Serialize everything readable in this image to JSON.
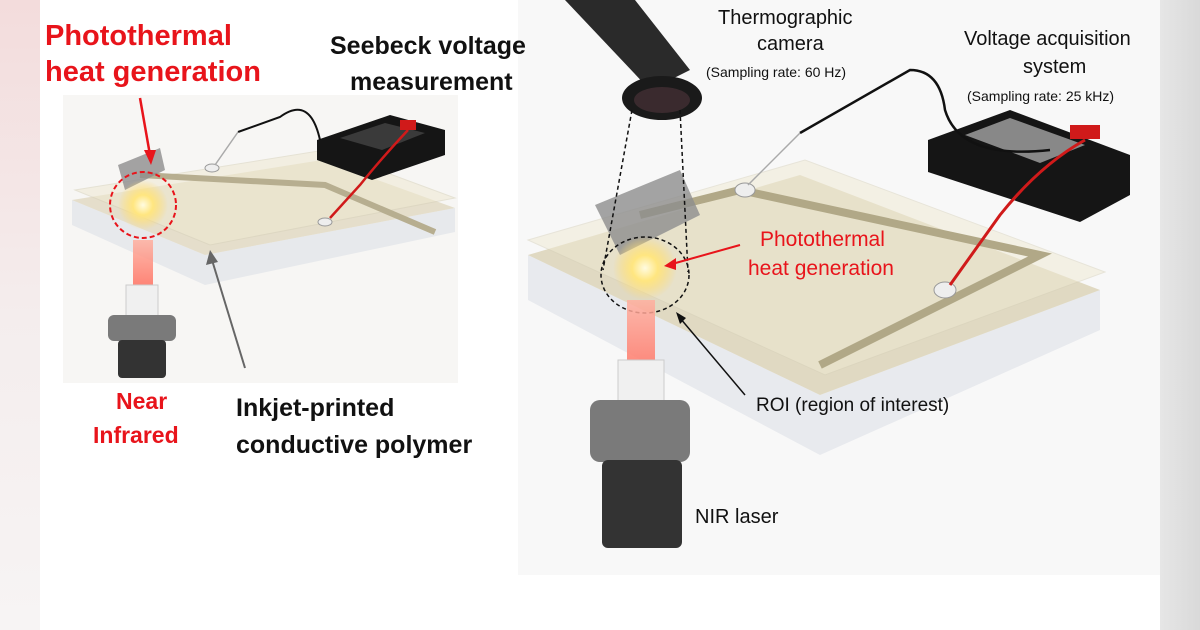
{
  "left_panel": {
    "heat_label": [
      "Photothermal",
      "heat generation"
    ],
    "seebeck_label": [
      "Seebeck voltage",
      "measurement"
    ],
    "nir_label": [
      "Near",
      "Infrared"
    ],
    "polymer_label": [
      "Inkjet-printed",
      "conductive polymer"
    ]
  },
  "right_panel": {
    "camera_label": [
      "Thermographic",
      "camera",
      "(Sampling rate: 60 Hz)"
    ],
    "daq_label": [
      "Voltage acquisition",
      "system",
      "(Sampling rate: 25 kHz)"
    ],
    "heat_label": [
      "Photothermal",
      "heat generation"
    ],
    "roi_label": "ROI (region of interest)",
    "laser_label": "NIR laser"
  },
  "colors": {
    "accent_red": "#e8141b",
    "text": "#111111"
  }
}
